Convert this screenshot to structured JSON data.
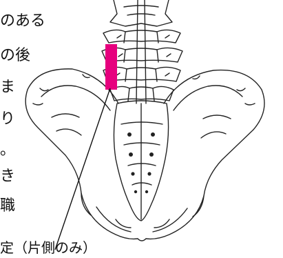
{
  "text_fragments": [
    "のある",
    "の後",
    "ま",
    "り",
    "。",
    "き",
    "職",
    "定（片側のみ）"
  ],
  "colors": {
    "line_art": "#222222",
    "highlight": "#e6007e",
    "pointer_line": "#111111"
  }
}
